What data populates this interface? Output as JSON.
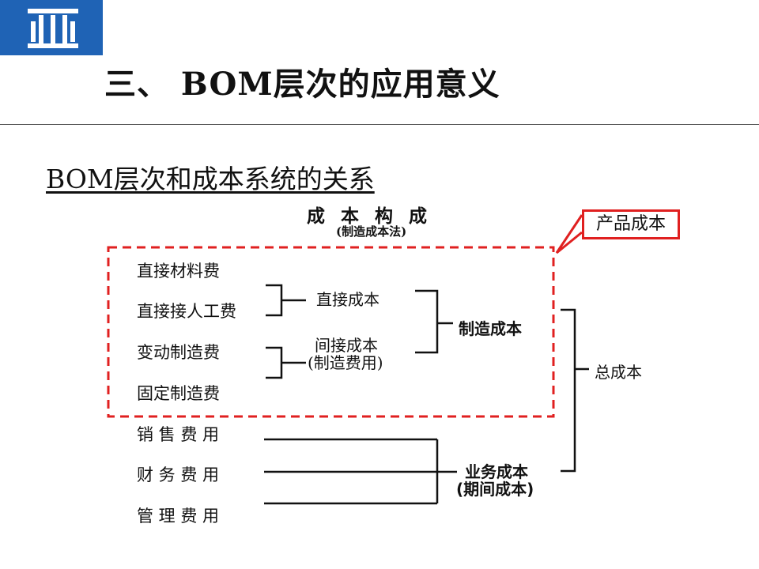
{
  "header": {
    "title": "三、 BOM层次的应用意义"
  },
  "section": {
    "title": "BOM层次和成本系统的关系"
  },
  "diagram": {
    "heading": "成 本 构 成",
    "subheading": "(制造成本法)",
    "callout": "产品成本",
    "cost_items": [
      "直接材料费",
      "直接接人工费",
      "变动制造费",
      "固定制造费"
    ],
    "period_items": [
      "销 售  费 用",
      "财 务  费 用",
      "管 理  费 用"
    ],
    "direct_cost": "直接成本",
    "indirect_cost_line1": "间接成本",
    "indirect_cost_line2": "(制造费用)",
    "manufacturing_cost": "制造成本",
    "business_cost_line1": "业务成本",
    "business_cost_line2": "(期间成本)",
    "total_cost": "总成本"
  },
  "colors": {
    "logo_blue": "#1f63b5",
    "highlight_red": "#e02020"
  }
}
